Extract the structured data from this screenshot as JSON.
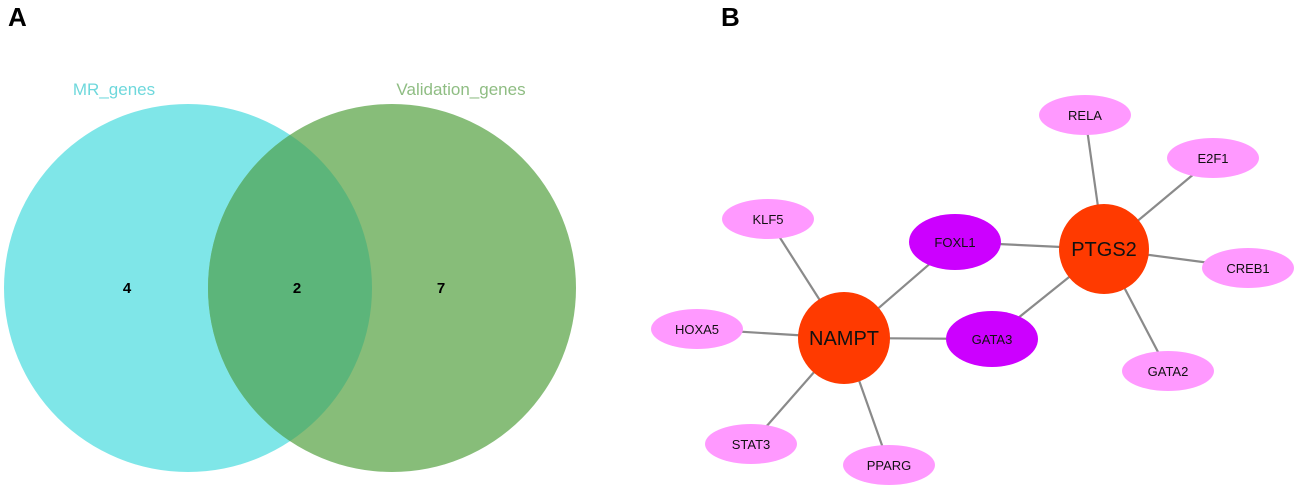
{
  "panels": {
    "a": "A",
    "b": "B"
  },
  "venn": {
    "sets": [
      {
        "name": "MR_genes",
        "color": "#7fe6e8",
        "label_color": "#6fd8dc"
      },
      {
        "name": "Validation_genes",
        "color": "#87bd79",
        "label_color": "#8fbd83"
      }
    ],
    "overlap_color": "#5cb57a",
    "counts": {
      "only_a": "4",
      "both": "2",
      "only_b": "7"
    }
  },
  "network": {
    "colors": {
      "hub": "#ff3a00",
      "tf": "#cc00ff",
      "target": "#ff99ff",
      "edge": "#8a8a8a"
    },
    "nodes": [
      {
        "id": "NAMPT",
        "type": "hub"
      },
      {
        "id": "PTGS2",
        "type": "hub"
      },
      {
        "id": "FOXL1",
        "type": "tf"
      },
      {
        "id": "GATA3",
        "type": "tf"
      },
      {
        "id": "KLF5",
        "type": "target"
      },
      {
        "id": "HOXA5",
        "type": "target"
      },
      {
        "id": "STAT3",
        "type": "target"
      },
      {
        "id": "PPARG",
        "type": "target"
      },
      {
        "id": "RELA",
        "type": "target"
      },
      {
        "id": "E2F1",
        "type": "target"
      },
      {
        "id": "CREB1",
        "type": "target"
      },
      {
        "id": "GATA2",
        "type": "target"
      }
    ],
    "edges": [
      [
        "NAMPT",
        "KLF5"
      ],
      [
        "NAMPT",
        "HOXA5"
      ],
      [
        "NAMPT",
        "STAT3"
      ],
      [
        "NAMPT",
        "PPARG"
      ],
      [
        "NAMPT",
        "FOXL1"
      ],
      [
        "NAMPT",
        "GATA3"
      ],
      [
        "PTGS2",
        "FOXL1"
      ],
      [
        "PTGS2",
        "GATA3"
      ],
      [
        "PTGS2",
        "RELA"
      ],
      [
        "PTGS2",
        "E2F1"
      ],
      [
        "PTGS2",
        "CREB1"
      ],
      [
        "PTGS2",
        "GATA2"
      ]
    ]
  }
}
